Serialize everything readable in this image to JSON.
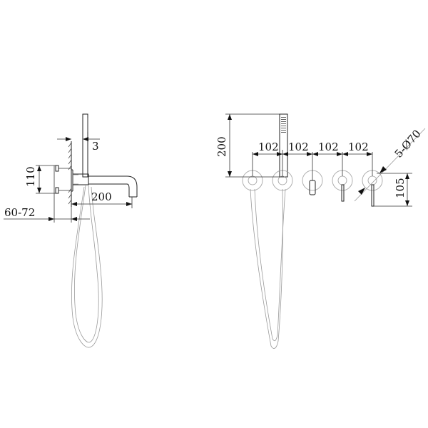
{
  "diagram": {
    "type": "technical-drawing",
    "subject": "wall-mounted bath mixer with hand shower, side and front elevations",
    "colors": {
      "line": "#222222",
      "light_line": "#9a9a9a",
      "background": "#ffffff"
    },
    "side_view": {
      "dims": {
        "wall_offset": "3",
        "plate_height": "110",
        "spout_length": "200",
        "depth_range": "60-72"
      }
    },
    "front_view": {
      "dims": {
        "handshower_height": "200",
        "spacing_1": "102",
        "spacing_2": "102",
        "spacing_3": "102",
        "spacing_4": "102",
        "plate_diameter": "5-Ø70",
        "lever_drop": "105"
      },
      "components": [
        "hose-outlet",
        "handshower-holder",
        "spout",
        "diverter-lever",
        "mixer-lever"
      ]
    }
  }
}
